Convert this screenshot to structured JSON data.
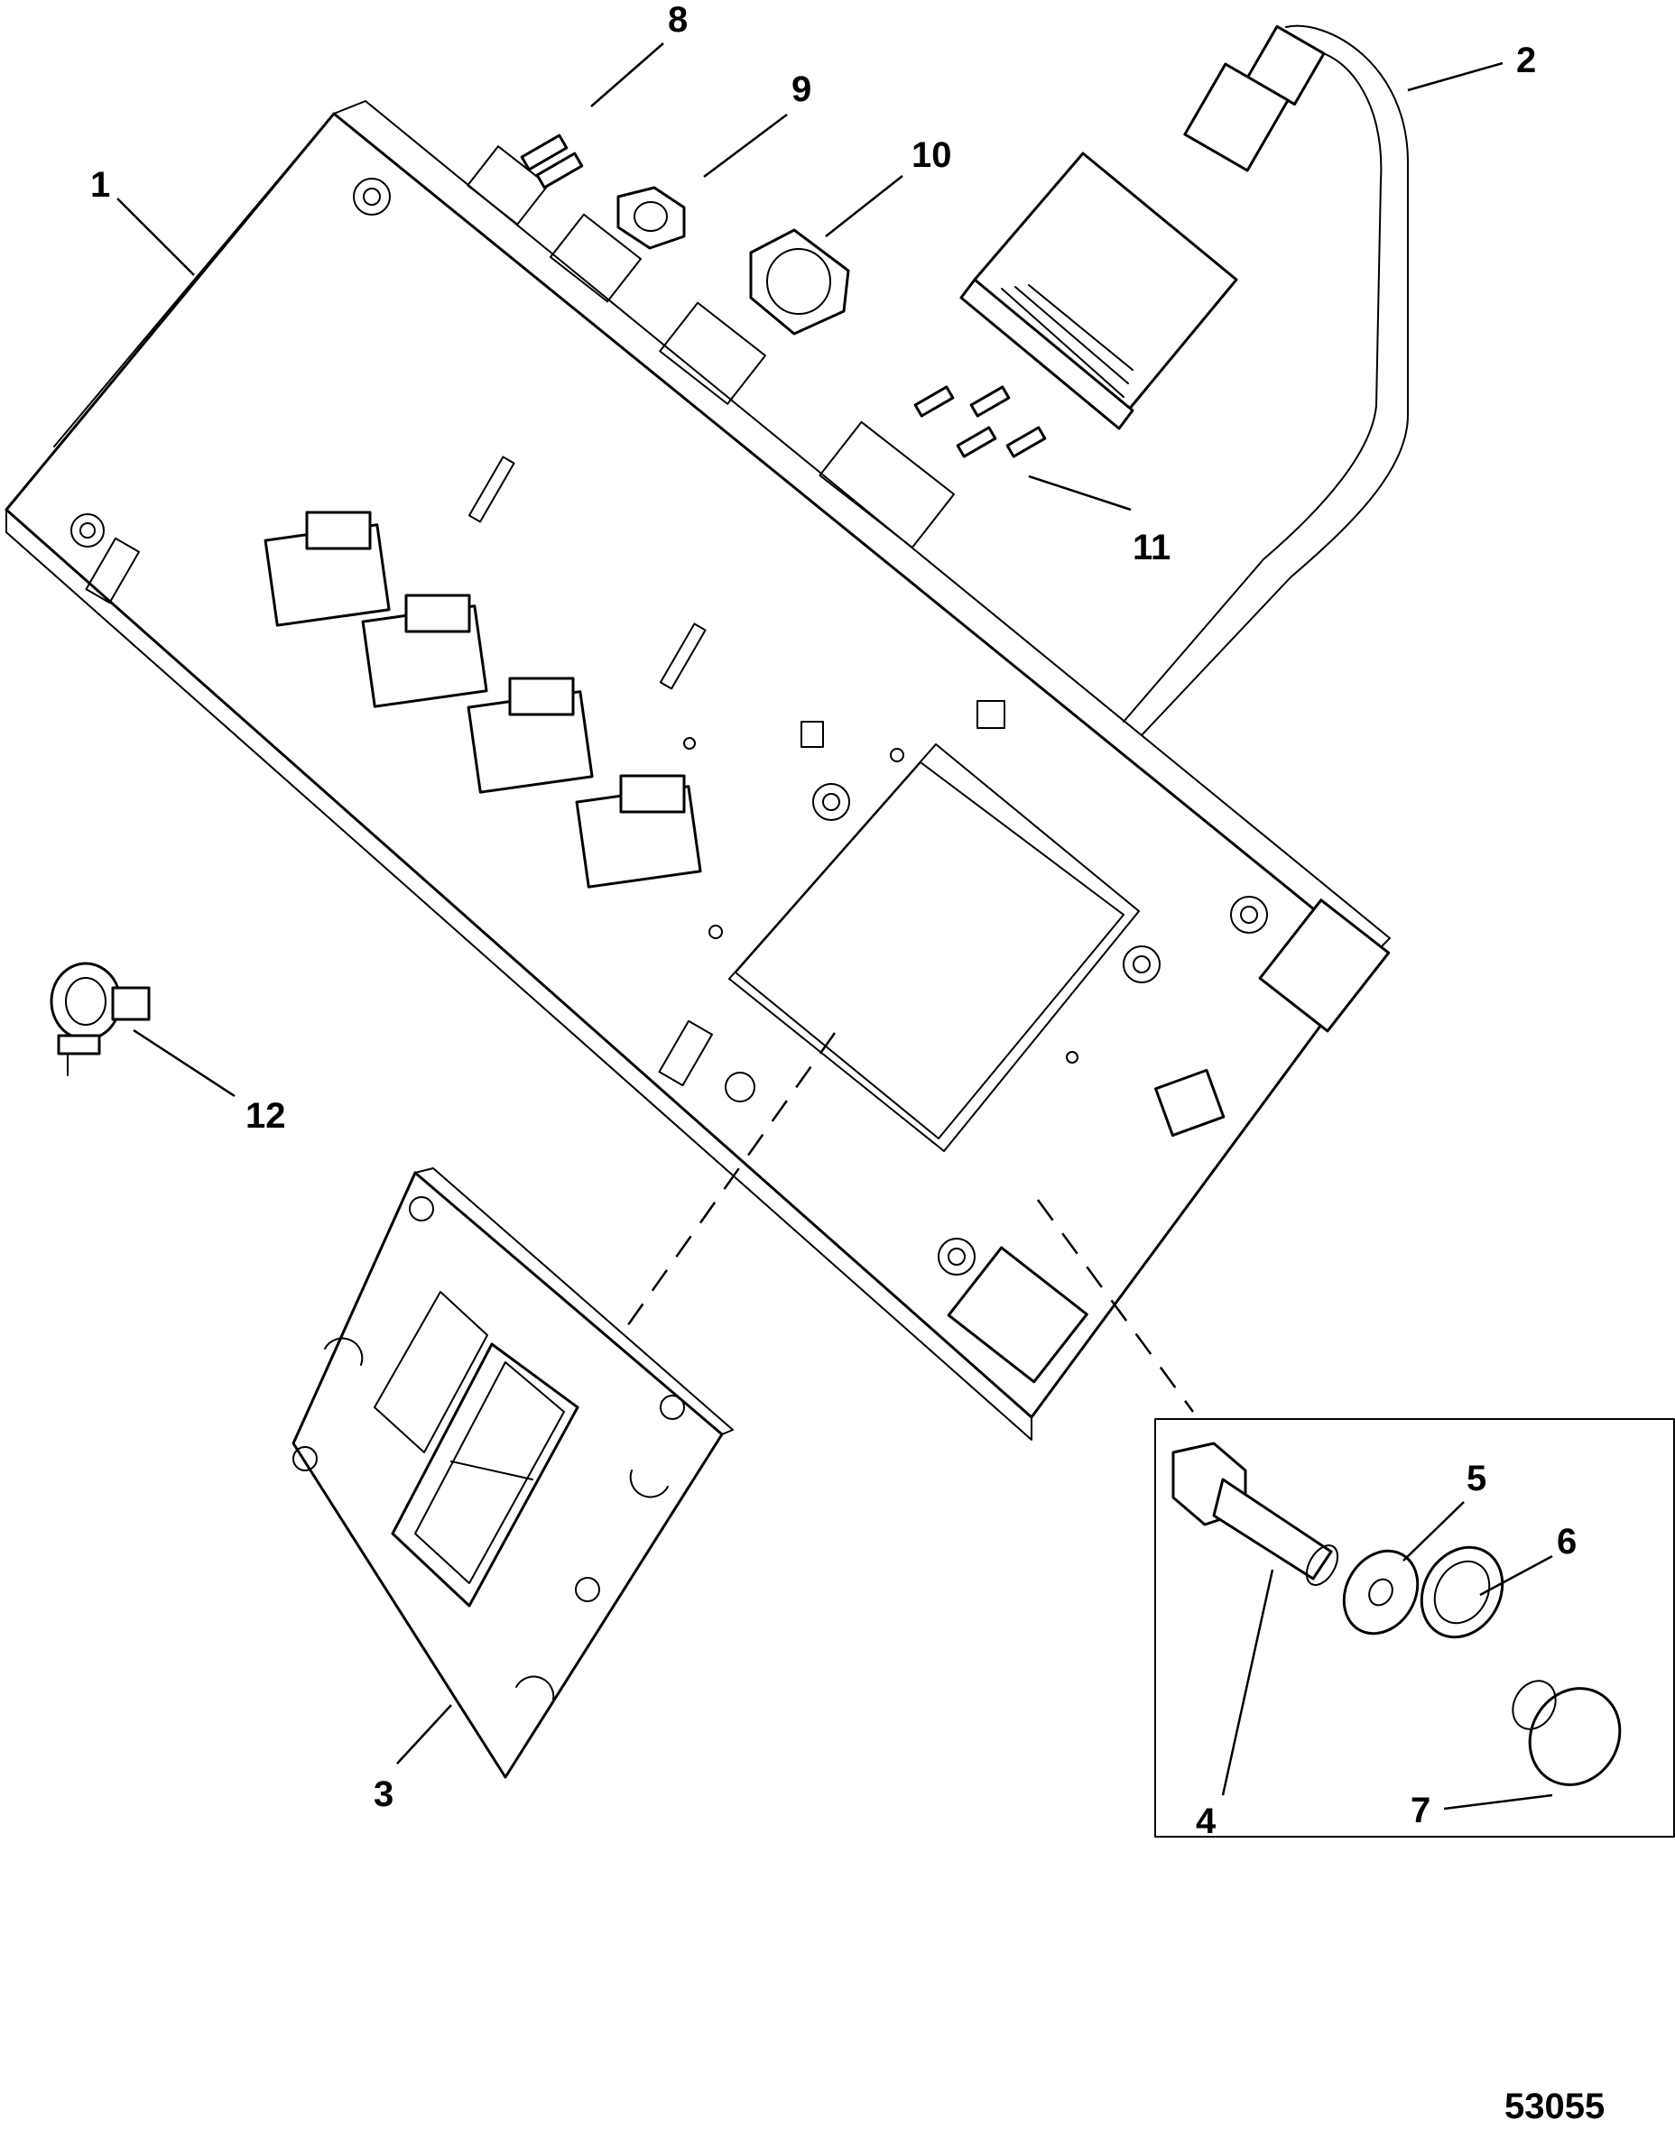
{
  "figure_number": "53055",
  "callouts": [
    {
      "id": "c1",
      "label": "1"
    },
    {
      "id": "c2",
      "label": "2"
    },
    {
      "id": "c3",
      "label": "3"
    },
    {
      "id": "c4",
      "label": "4"
    },
    {
      "id": "c5",
      "label": "5"
    },
    {
      "id": "c6",
      "label": "6"
    },
    {
      "id": "c7",
      "label": "7"
    },
    {
      "id": "c8",
      "label": "8"
    },
    {
      "id": "c9",
      "label": "9"
    },
    {
      "id": "c10",
      "label": "10"
    },
    {
      "id": "c11",
      "label": "11"
    },
    {
      "id": "c12",
      "label": "12"
    }
  ],
  "colors": {
    "line": "#000000",
    "background": "#ffffff"
  }
}
